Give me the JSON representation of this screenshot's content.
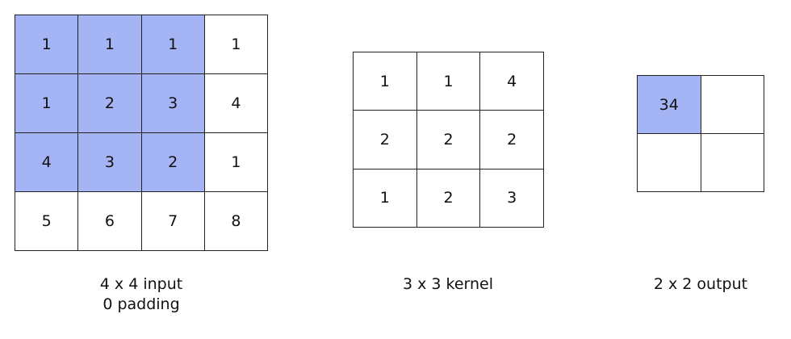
{
  "colors": {
    "highlight": "#a4b4f5",
    "grid_line": "#222222",
    "background": "#ffffff"
  },
  "input": {
    "cells": [
      "1",
      "1",
      "1",
      "1",
      "1",
      "2",
      "3",
      "4",
      "4",
      "3",
      "2",
      "1",
      "5",
      "6",
      "7",
      "8"
    ],
    "highlighted_cells": [
      0,
      1,
      2,
      4,
      5,
      6,
      8,
      9,
      10
    ],
    "caption_line1": "4 x 4 input",
    "caption_line2": "0 padding"
  },
  "kernel": {
    "cells": [
      "1",
      "1",
      "4",
      "2",
      "2",
      "2",
      "1",
      "2",
      "3"
    ],
    "caption": "3 x 3 kernel"
  },
  "output": {
    "cells": [
      "34",
      "",
      "",
      ""
    ],
    "highlighted_cells": [
      0
    ],
    "caption": "2 x 2 output"
  }
}
